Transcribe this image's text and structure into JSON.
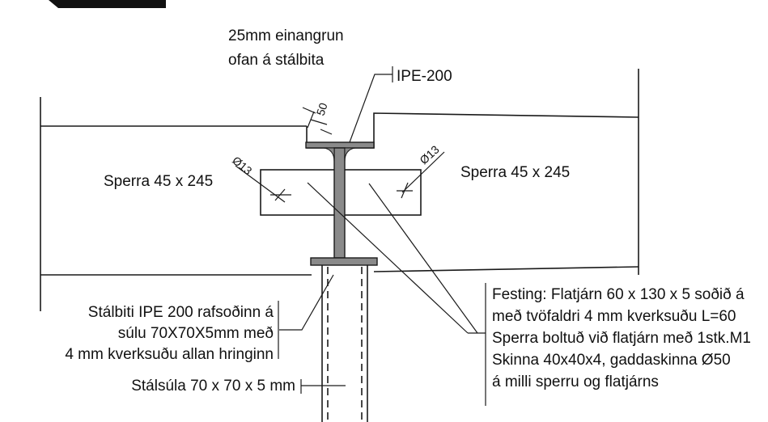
{
  "labels": {
    "insulation_line1": "25mm einangrun",
    "insulation_line2": "ofan á stálbita",
    "profile": "IPE-200",
    "dim_50": "50",
    "hole_left": "Ø13",
    "hole_right": "Ø13",
    "rafter_left": "Sperra 45 x 245",
    "rafter_right": "Sperra 45 x 245",
    "beam_note_1": "Stálbiti IPE 200 rafsoðinn á",
    "beam_note_2": "súlu 70X70X5mm með",
    "beam_note_3": "4 mm kverksuðu allan hringinn",
    "column_note": "Stálsúla 70 x 70 x 5 mm",
    "fix_1": "Festing: Flatjárn 60 x 130 x 5 soðið á",
    "fix_2": "með tvöfaldri 4 mm kverksuðu L=60",
    "fix_3": "Sperra boltuð við flatjárn með 1stk.M1",
    "fix_4": "Skinna 40x40x4, gaddaskinna Ø50",
    "fix_5": "á milli sperru og flatjárns"
  },
  "colors": {
    "line": "#1a1a1a",
    "steel": "#8a8a8a",
    "background": "#ffffff"
  }
}
